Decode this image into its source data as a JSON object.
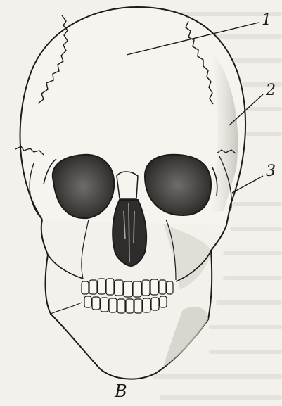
{
  "figure": {
    "caption": "B",
    "labels": [
      "1",
      "2",
      "3"
    ]
  },
  "colors": {
    "background": "#f2f1ec",
    "ink": "#1b1b1b",
    "orbit_fill": "#4a4a48",
    "shading": "#c9c8c1"
  }
}
